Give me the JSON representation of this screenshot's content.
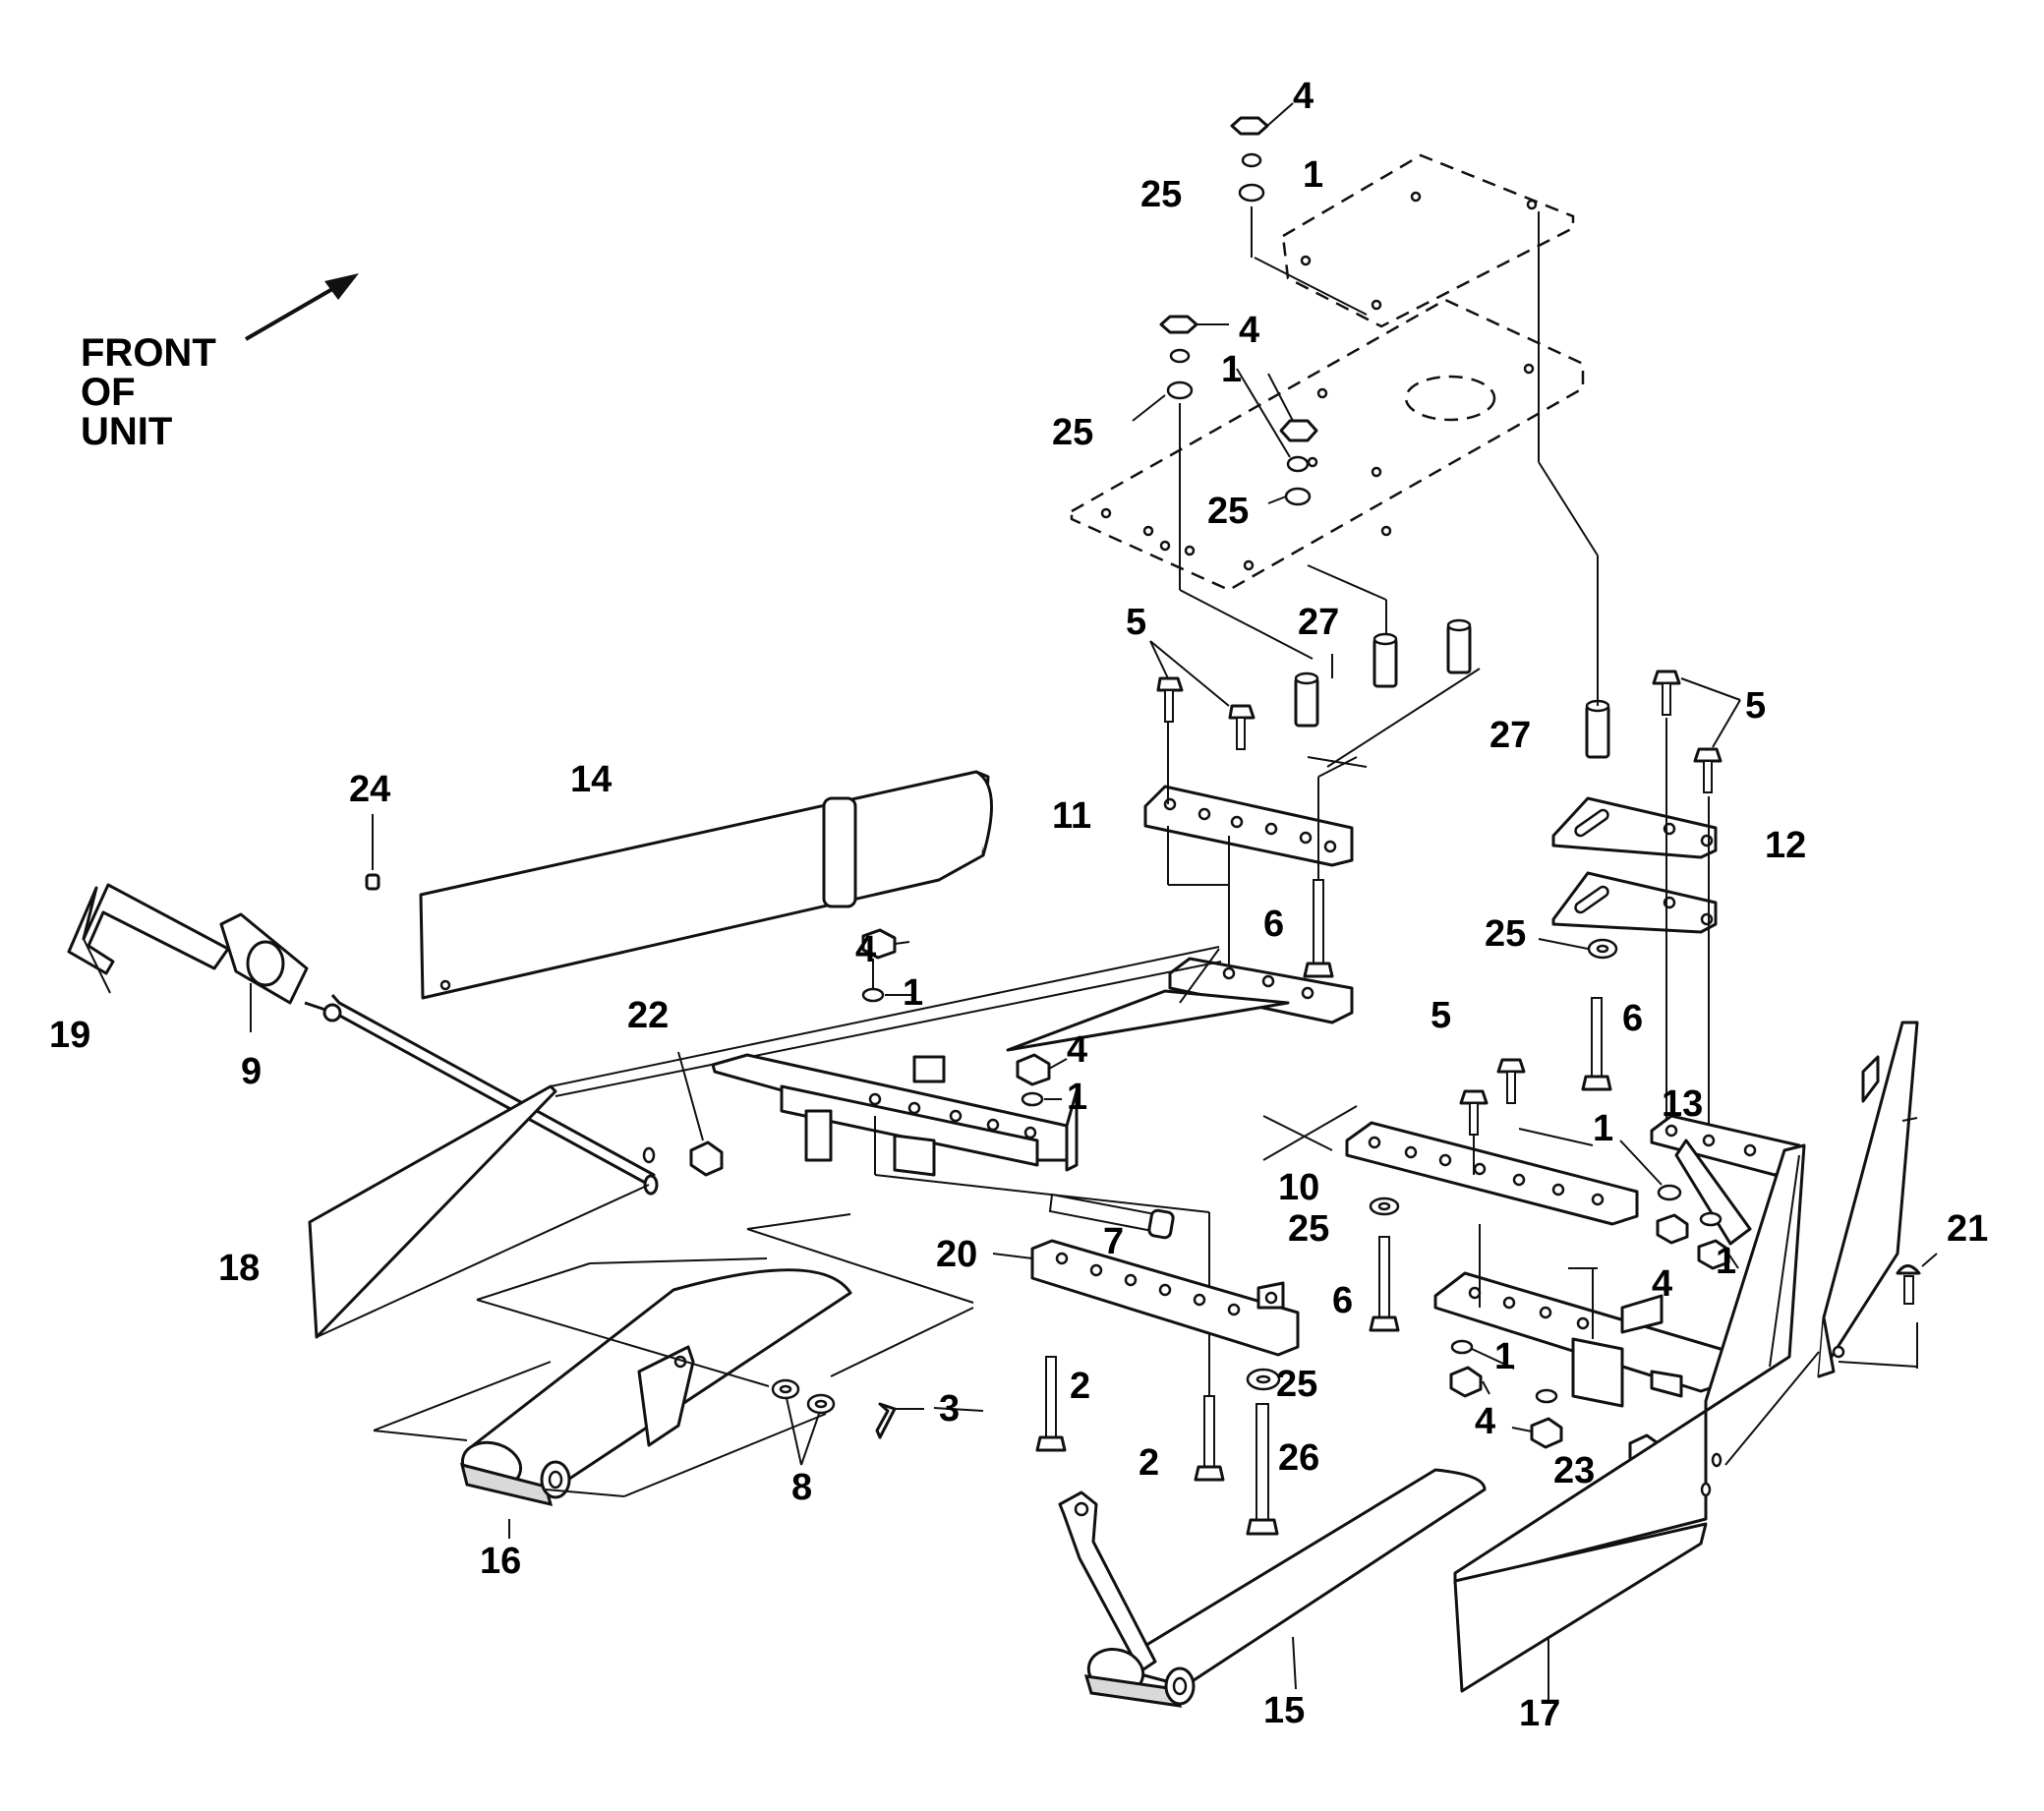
{
  "front_label": [
    "FRONT",
    "OF",
    "UNIT"
  ],
  "callouts": {
    "c1": "1",
    "c2": "2",
    "c3": "3",
    "c4": "4",
    "c5": "5",
    "c6": "6",
    "c7": "7",
    "c8": "8",
    "c9": "9",
    "c10": "10",
    "c11": "11",
    "c12": "12",
    "c13": "13",
    "c14": "14",
    "c15": "15",
    "c16": "16",
    "c17": "17",
    "c18": "18",
    "c19": "19",
    "c20": "20",
    "c21": "21",
    "c22": "22",
    "c23": "23",
    "c24": "24",
    "c25": "25",
    "c26": "26",
    "c27": "27"
  }
}
